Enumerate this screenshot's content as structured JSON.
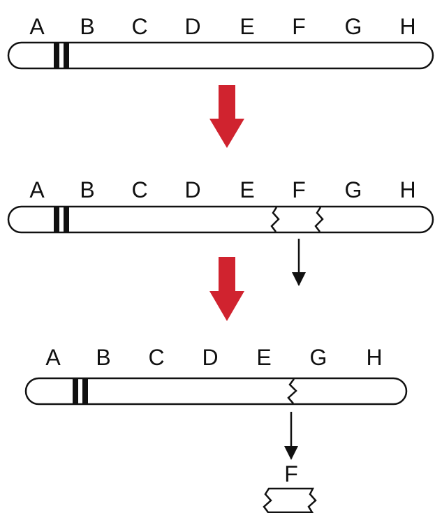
{
  "colors": {
    "line": "#111111",
    "band": "#111111",
    "arrow": "#d0232f",
    "background": "#ffffff"
  },
  "panels": [
    {
      "id": "original",
      "labels": [
        "A",
        "B",
        "C",
        "D",
        "E",
        "F",
        "G",
        "H"
      ]
    },
    {
      "id": "breaks",
      "labels": [
        "A",
        "B",
        "C",
        "D",
        "E",
        "F",
        "G",
        "H"
      ]
    },
    {
      "id": "deleted",
      "labels": [
        "A",
        "B",
        "C",
        "D",
        "E",
        "G",
        "H"
      ],
      "excised_label": "F"
    }
  ]
}
